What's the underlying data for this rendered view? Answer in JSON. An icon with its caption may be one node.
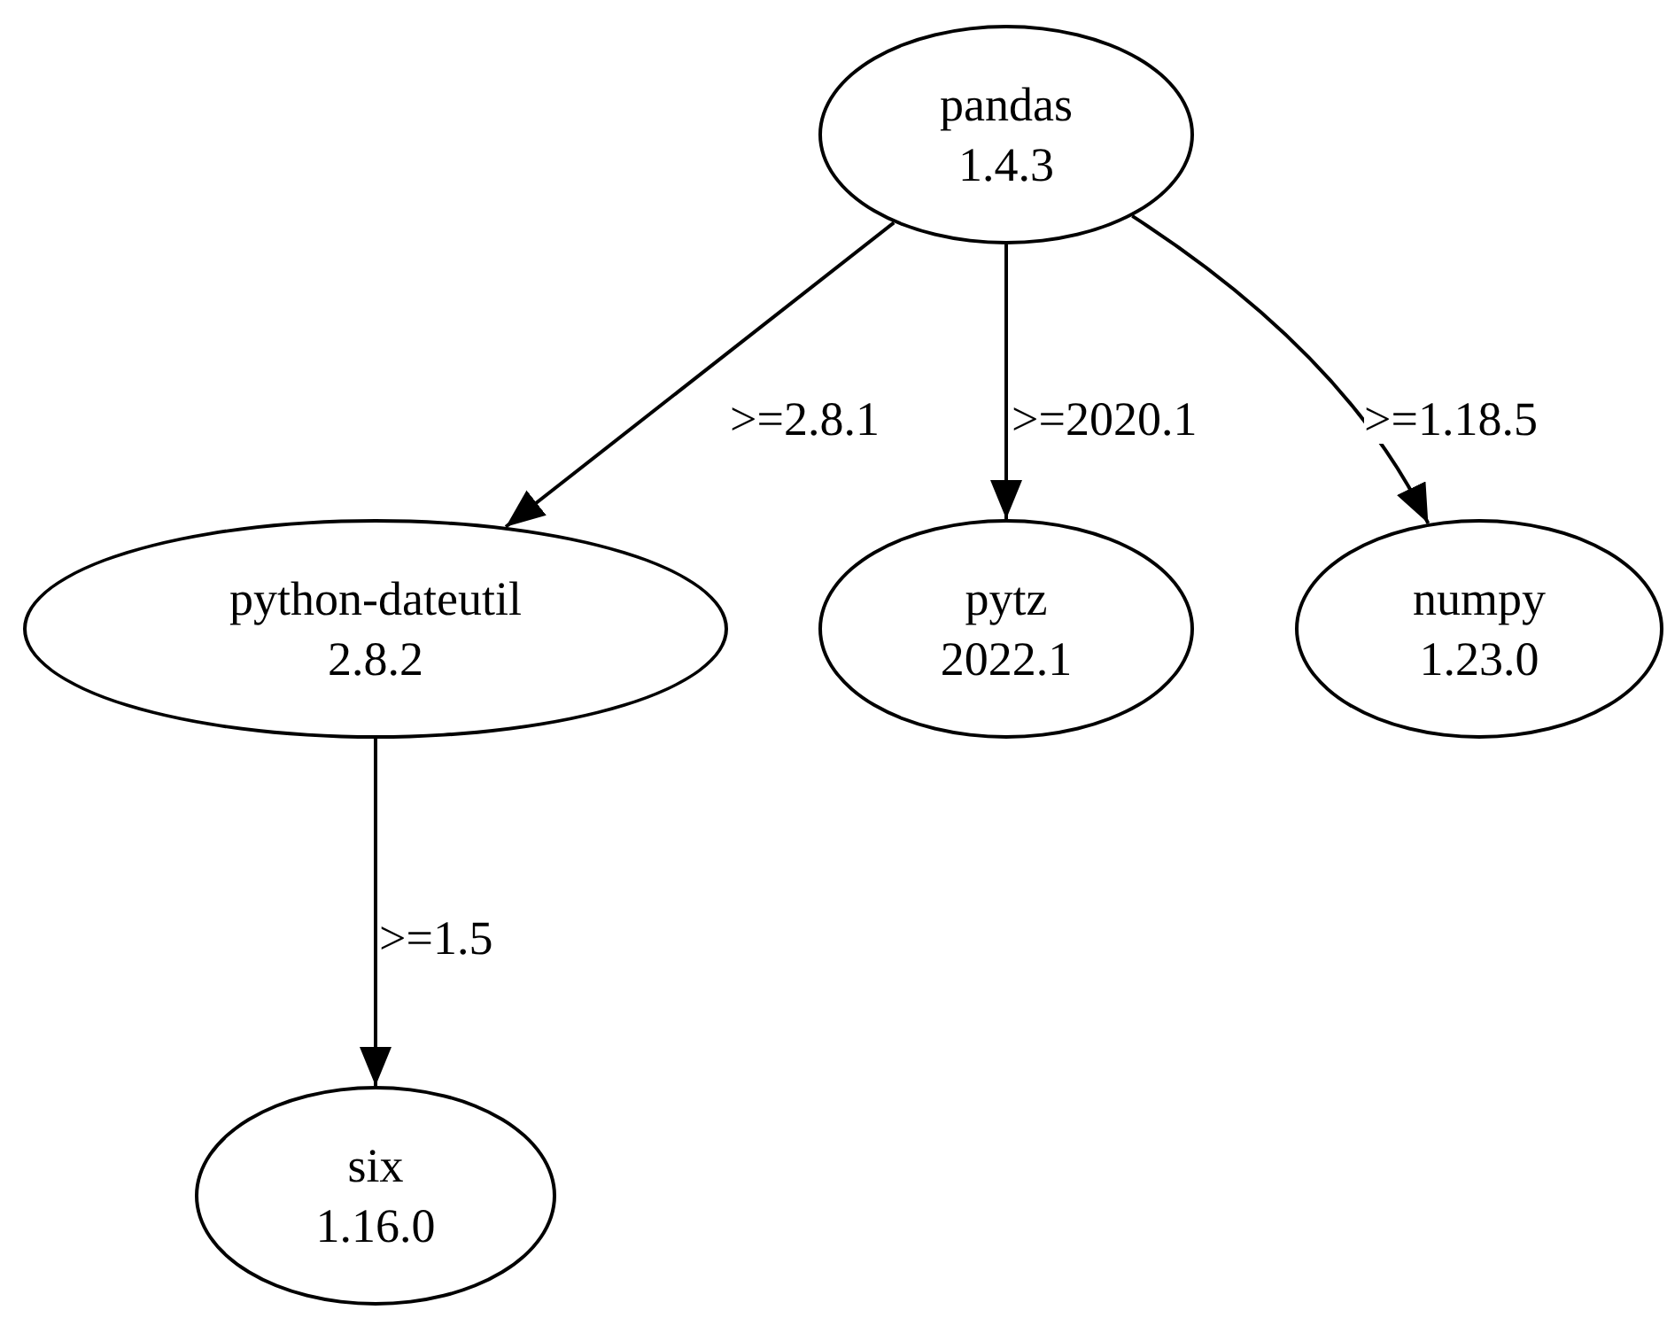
{
  "diagram": {
    "nodes": [
      {
        "text": [
          "pandas",
          "1.4.3"
        ]
      },
      {
        "text": [
          "python-dateutil",
          "2.8.2"
        ]
      },
      {
        "text": [
          "pytz",
          "2022.1"
        ]
      },
      {
        "text": [
          "numpy",
          "1.23.0"
        ]
      },
      {
        "text": [
          "six",
          "1.16.0"
        ]
      }
    ],
    "edges": [
      {
        "from": 0,
        "to": 1,
        "arrow": "to",
        "label": ">=2.8.1"
      },
      {
        "from": 0,
        "to": 2,
        "arrow": "to",
        "label": ">=2020.1"
      },
      {
        "from": 0,
        "to": 3,
        "arrow": "to",
        "label": ">=1.18.5"
      },
      {
        "from": 1,
        "to": 4,
        "arrow": "to",
        "label": ">=1.5"
      }
    ]
  }
}
